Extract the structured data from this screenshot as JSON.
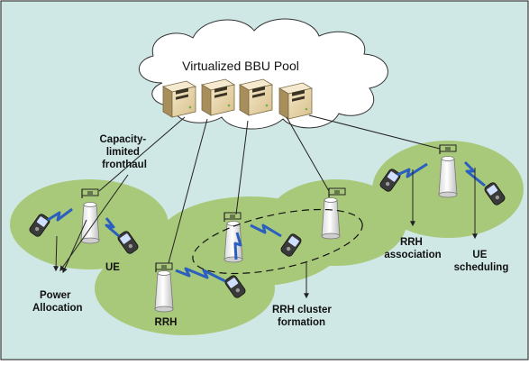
{
  "labels": {
    "pool": "Virtualized BBU Pool",
    "fronthaul": [
      "Capacity-",
      "limited",
      "fronthaul"
    ],
    "ue": "UE",
    "rrh": "RRH",
    "power_allocation": [
      "Power",
      "Allocation"
    ],
    "cluster_formation": [
      "RRH cluster",
      "formation"
    ],
    "association": [
      "RRH",
      "association"
    ],
    "scheduling": [
      "UE",
      "scheduling"
    ]
  },
  "colors": {
    "background": "#cfe8e6",
    "frame": "#3a3a3a",
    "cell_fill": "#a9c97a",
    "cloud_fill": "#ffffff",
    "server_fill": "#e9d9b4",
    "server_side": "#b89a5e",
    "wireless_link": "#2a5fbf",
    "tower_fill": "#f4f4f4"
  },
  "icons": {
    "servers": "server-icon",
    "rrh": "rrh-tower-icon",
    "phone": "mobile-phone-icon",
    "antenna": "antenna-icon",
    "link": "wireless-link-icon"
  }
}
